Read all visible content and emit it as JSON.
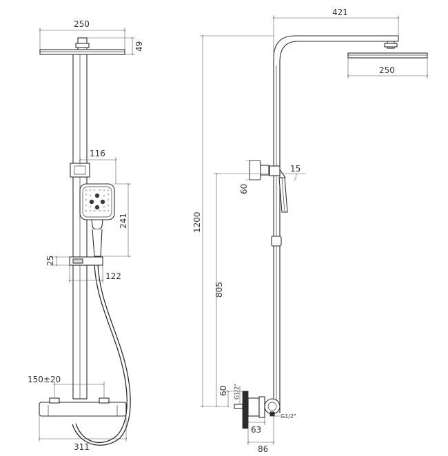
{
  "front_view": {
    "head_width": "250",
    "head_height": "49",
    "hand_shower_offset": "116",
    "hand_shower_height": "241",
    "holder_height": "25",
    "holder_depth": "122",
    "connection_spacing": "150±20",
    "mixer_width": "311"
  },
  "side_view": {
    "arm_length": "421",
    "head_width": "250",
    "holder_angle": "15",
    "holder_height": "60",
    "total_height": "1200",
    "mixer_to_holder": "805",
    "inlet_height": "60",
    "thread_label_vertical": "G1/2\"",
    "thread_label_horizontal": "G1/2\"",
    "wall_offset_1": "63",
    "wall_offset_2": "86"
  }
}
